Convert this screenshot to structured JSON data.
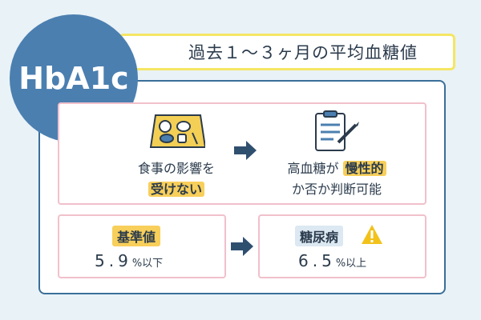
{
  "header": {
    "title": "過去１〜３ヶ月の平均血糖値"
  },
  "badge": {
    "label": "HbA1c"
  },
  "top": {
    "left_line1": "食事の影響を",
    "left_line2_highlight": "受けない",
    "right_line1_prefix": "高血糖が",
    "right_line1_highlight": "慢性的",
    "right_line2": "か否か判断可能"
  },
  "bottom": {
    "left_label": "基準値",
    "left_value": "5.9",
    "left_unit": "%以下",
    "right_label": "糖尿病",
    "right_value": "6.5",
    "right_unit": "%以上"
  },
  "colors": {
    "badge": "#4b7fb0",
    "highlight": "#f7cf5a",
    "panel_border": "#f1c0cb",
    "arrow": "#2f4f6f",
    "warning": "#f2c21b"
  }
}
